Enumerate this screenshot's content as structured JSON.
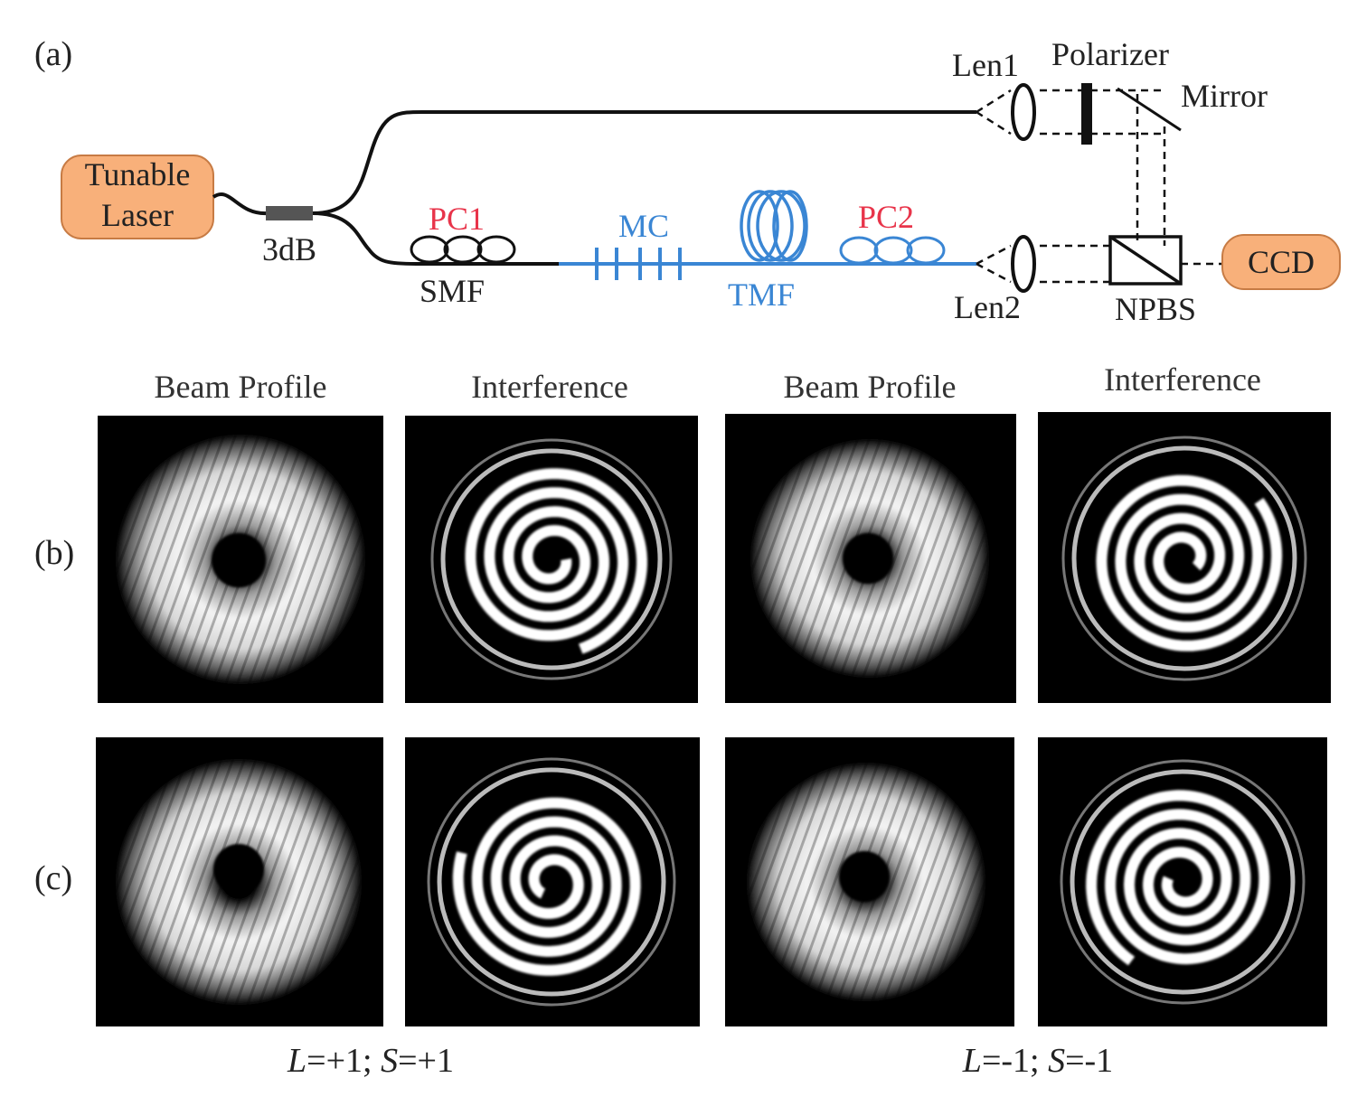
{
  "panel_labels": {
    "a": "(a)",
    "b": "(b)",
    "c": "(c)"
  },
  "setup": {
    "source_line1": "Tunable",
    "source_line2": "Laser",
    "coupler": "3dB",
    "pc1": "PC1",
    "smf": "SMF",
    "mc": "MC",
    "tmf": "TMF",
    "pc2": "PC2",
    "len1": "Len1",
    "len2": "Len2",
    "polarizer": "Polarizer",
    "mirror": "Mirror",
    "npbs": "NPBS",
    "ccd": "CCD"
  },
  "columns": [
    "Beam Profile",
    "Interference",
    "Beam Profile",
    "Interference"
  ],
  "captions": {
    "left": {
      "L": "L",
      "L_val": "=+1; ",
      "S": "S",
      "S_val": "=+1"
    },
    "right": {
      "L": "L",
      "L_val": "=-1; ",
      "S": "S",
      "S_val": "=-1"
    }
  },
  "colors": {
    "orange_box": "#f8b07a",
    "red_label": "#e8344a",
    "blue_fiber": "#3a86d4",
    "black_fiber": "#111111"
  }
}
